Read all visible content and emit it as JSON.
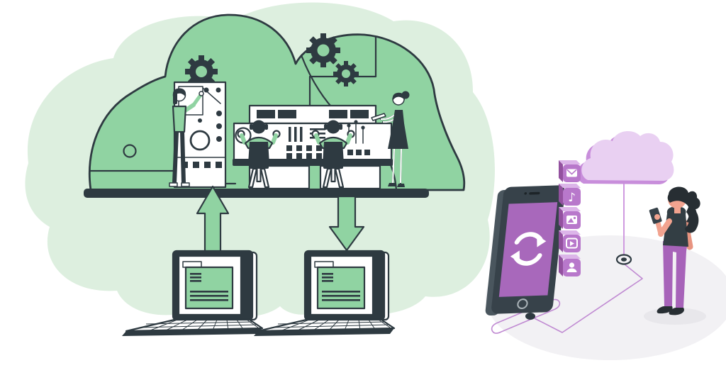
{
  "illustration": {
    "label": "cloud-computing-and-data-sync-illustration",
    "left_scene": {
      "label": "cloud-computing-control-room",
      "cloud": "green-cloud",
      "gear_count": 3,
      "control_panel": "machine-panel",
      "seated_operators": 2,
      "standing_figures": 2,
      "laptops": 2,
      "arrows": [
        "upload-arrow",
        "download-arrow"
      ]
    },
    "right_scene": {
      "label": "phone-cloud-sync",
      "phone_screen_icon": "sync-arrows-icon",
      "app_icons": [
        "mail-icon",
        "music-icon",
        "image-icon",
        "video-icon",
        "contact-icon"
      ],
      "cloud": "purple-cloud",
      "figures": 1,
      "glyphs": {
        "music": "♪"
      }
    }
  },
  "colors": {
    "outline": "#2e3a41",
    "green": "#90d3a2",
    "green_light": "#ddefdf",
    "white": "#ffffff",
    "purple_screen": "#a868bb",
    "icon_face": "#b878cb",
    "icon_top": "#dcb5e9",
    "icon_side": "#93519f",
    "cloud_light": "#e9d0f2",
    "cloud_shade": "#c88edb",
    "route_purple": "#c08ad2",
    "ground_gray": "#f2f1f4",
    "shadow_gray": "#e8e7eb",
    "skin": "#f2a38f",
    "skin_shade": "#e89480",
    "dark_top": "#333e44",
    "phone_body": "#37424a",
    "phone_side": "#4a565e",
    "pants_purple": "#a763b9",
    "hair_dark": "#272e33"
  }
}
